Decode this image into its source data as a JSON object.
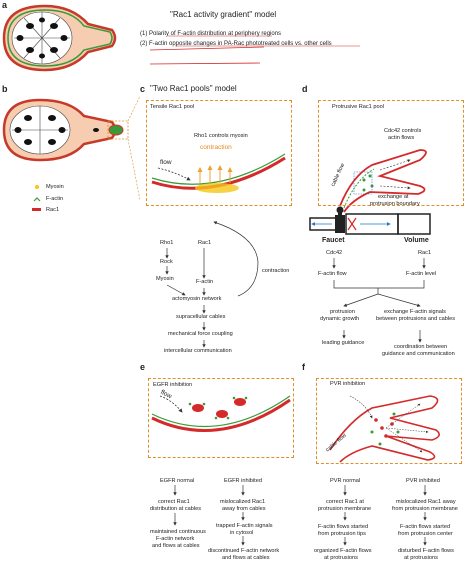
{
  "panels": {
    "a": "a",
    "b": "b",
    "c": "c",
    "d": "d",
    "e": "e",
    "f": "f"
  },
  "a": {
    "title": "\"Rac1 activity gradient\" model",
    "item1": "(1) Polarity of F-actin distribution at periphery regions",
    "item2": "(2) F-actin opposite changes in PA-Rac phototreated cells vs. other cells"
  },
  "legend": {
    "myosin": "Myosin",
    "factin": "F-actin",
    "rac1": "Rac1"
  },
  "c": {
    "title": "\"Two Rac1 pools\" model",
    "box_title": "Tensile Rac1 pool",
    "rho_note": "Rho1 controls myosin",
    "contraction_label": "contraction",
    "flow_label": "flow",
    "flow": {
      "rho1": "Rho1",
      "rac1": "Rac1",
      "rock": "Rock",
      "myosin": "Myosin",
      "factin": "F-actin",
      "contraction": "contraction",
      "network": "actomyosin network",
      "cables": "supracellular cables",
      "coupling": "mechanical force coupling",
      "communication": "intercellular communication"
    }
  },
  "d": {
    "box_title": "Protrusive Rac1 pool",
    "cdc42_note1": "Cdc42 controls",
    "cdc42_note2": "actin flows",
    "cable_flow": "cable flow",
    "exchange1": "exchange at",
    "exchange2": "protrusion boundary",
    "faucet": "Faucet",
    "volume": "Volume",
    "cdc42": "Cdc42",
    "rac1": "Rac1",
    "factin_flow": "F-actin flow",
    "factin_level": "F-actin level",
    "protrusion1": "protrusion",
    "protrusion2": "dynamic growth",
    "exchange_sig1": "exchange F-actin signals",
    "exchange_sig2": "between protrusions and cables",
    "leading": "leading guidance",
    "coord1": "coordination between",
    "coord2": "guidance and communication"
  },
  "e": {
    "box_title": "EGFR inhibition",
    "flow_label": "flow",
    "normal": "EGFR normal",
    "inhibited": "EGFR inhibited",
    "n1a": "correct Rac1",
    "n1b": "distribution at cables",
    "n2a": "maintained continuous",
    "n2b": "F-actin network",
    "n2c": "and flows at cables",
    "i1a": "mislocalized Rac1",
    "i1b": "away from cables",
    "i2a": "trapped F-actin signals",
    "i2b": "in cytosol",
    "i3a": "discontinued F-actin network",
    "i3b": "and flows at cables"
  },
  "f": {
    "box_title": "PVR inhibition",
    "cable_flow": "cable flow",
    "normal": "PVR normal",
    "inhibited": "PVR inhibited",
    "n1a": "correct Rac1 at",
    "n1b": "protrusion membrane",
    "n2a": "F-actin flows started",
    "n2b": "from protrusion tips",
    "n3a": "organized F-actin flows",
    "n3b": "at protrusions",
    "i1a": "mislocalized Rac1 away",
    "i1b": "from protrusion membrane",
    "i2a": "F-actin flows started",
    "i2b": "from protrusion center",
    "i3a": "disturbed F-actin flows",
    "i3b": "at protrusions"
  },
  "colors": {
    "myosin": "#f5c518",
    "factin": "#3a9a3a",
    "rac1": "#d42a2a",
    "dashed_box": "#e0902a",
    "nucleus": "#111111"
  }
}
